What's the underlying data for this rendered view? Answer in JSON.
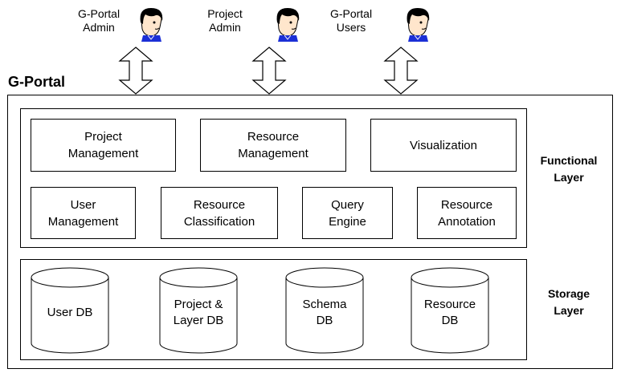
{
  "actors": [
    {
      "label": "G-Portal\nAdmin",
      "icon": "user-head-icon"
    },
    {
      "label": "Project\nAdmin",
      "icon": "user-head-icon"
    },
    {
      "label": "G-Portal\nUsers",
      "icon": "user-head-icon"
    }
  ],
  "system_title": "G-Portal",
  "functional_layer": {
    "label": "Functional\nLayer",
    "modules": [
      "Project\nManagement",
      "Resource\nManagement",
      "Visualization",
      "User\nManagement",
      "Resource\nClassification",
      "Query\nEngine",
      "Resource\nAnnotation"
    ]
  },
  "storage_layer": {
    "label": "Storage\nLayer",
    "databases": [
      "User DB",
      "Project &\nLayer DB",
      "Schema\nDB",
      "Resource\nDB"
    ]
  },
  "colors": {
    "face": "#ffe6cc",
    "hair": "#000000",
    "collar": "#1b2fd6",
    "line": "#000000"
  }
}
